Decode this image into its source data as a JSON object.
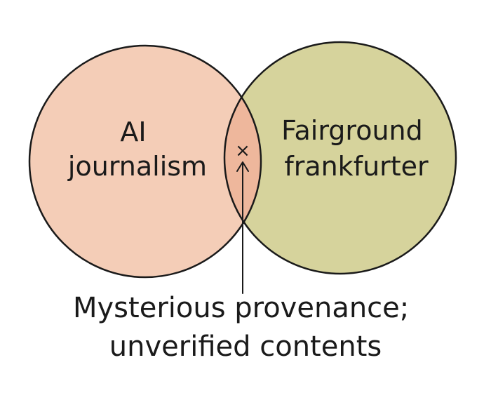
{
  "venn": {
    "sets": [
      {
        "name": "AI journalism",
        "lines": [
          "AI",
          "journalism"
        ],
        "fill": "#f4cdb7"
      },
      {
        "name": "Fairground frankfurter",
        "lines": [
          "Fairground",
          "frankfurter"
        ],
        "fill": "#d6d39c"
      }
    ],
    "intersection": {
      "fill": "#eeb79c",
      "marker": "×",
      "caption_lines": [
        "Mysterious provenance;",
        "unverified contents"
      ]
    },
    "stroke": "#1a1a1a"
  }
}
